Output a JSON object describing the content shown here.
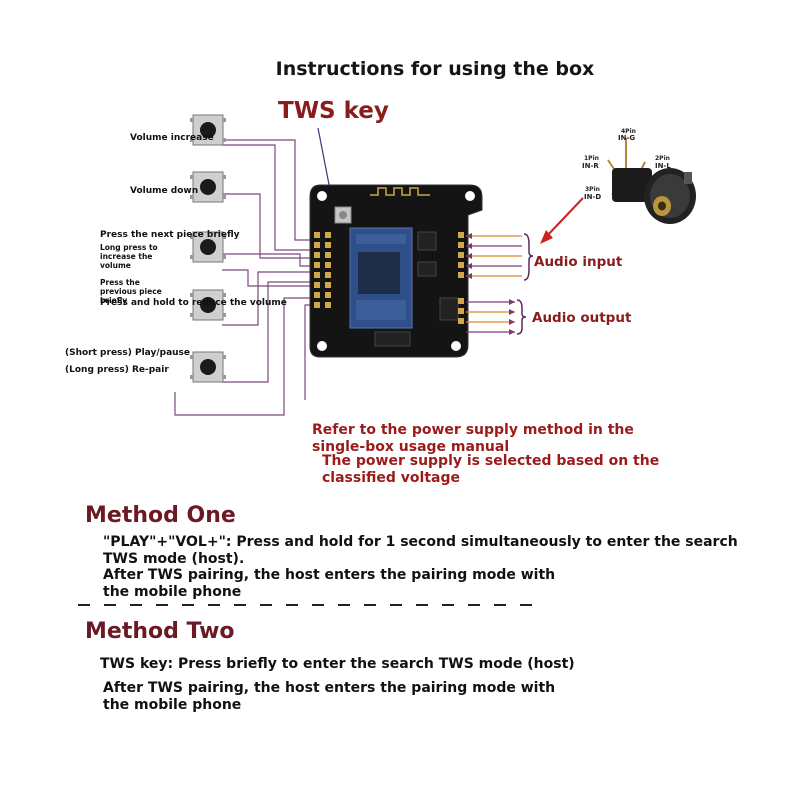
{
  "title": "Instructions for using the box",
  "tws_key_label": "TWS key",
  "buttons": [
    {
      "label": "Volume increase"
    },
    {
      "label": "Volume down"
    },
    {
      "label": "Press the next piece briefly",
      "sub": "Long press to increase the volume"
    },
    {
      "label": "Press and hold to reduce the volume",
      "sub": "Press the previous piece briefly"
    },
    {
      "label1": "(Short press) Play/pause",
      "label2": "(Long press) Re-pair"
    }
  ],
  "jack_labels": {
    "g": "IN-G",
    "r": "IN-R",
    "l": "IN-L",
    "d": "IN-D",
    "p4": "4Pin",
    "p1": "1Pin",
    "p2": "2Pin",
    "p3": "3Pin"
  },
  "audio_input": "Audio input",
  "audio_output": "Audio output",
  "power_note_1": "Refer to the power supply method in the single-box usage manual",
  "power_note_2": "The power supply is selected based on the classified voltage",
  "method_one": {
    "title": "Method One",
    "line1": "\"PLAY\"+\"VOL+\": Press and hold for 1 second simultaneously to enter the search TWS mode (host).",
    "line2": "After TWS pairing, the host enters the pairing mode with the mobile phone"
  },
  "method_two": {
    "title": "Method Two",
    "line1": "TWS key: Press briefly to enter the search TWS mode (host)",
    "line2": "After TWS pairing, the host enters the pairing mode with the mobile phone"
  },
  "colors": {
    "accent_red": "#8a1c1c",
    "method_title": "#6b1a23",
    "wire_purple": "#7a3a7a",
    "wire_orange": "#d98a2b"
  }
}
